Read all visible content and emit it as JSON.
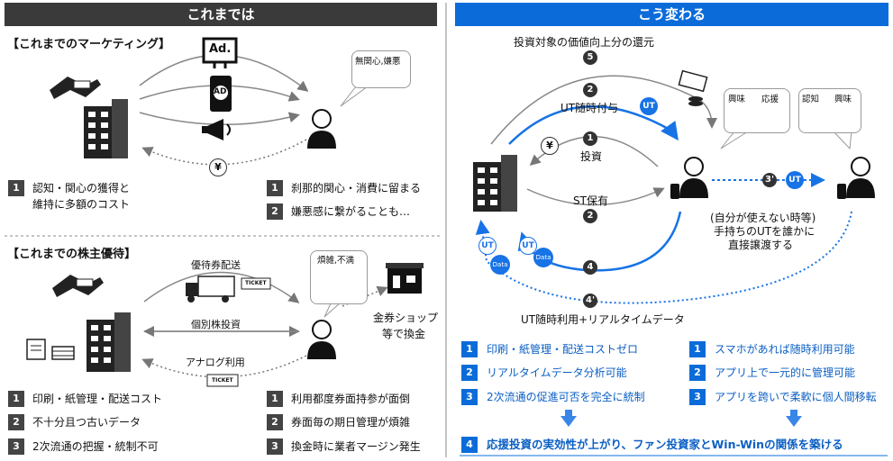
{
  "left": {
    "header": "これまでは",
    "marketing": {
      "title": "【これまでのマーケティング】",
      "bubble": "無関心,嫌悪",
      "ad_sign": "Ad.",
      "ad_phone": "AD",
      "yen": "¥",
      "left_items": [
        {
          "num": "1",
          "text": "認知・関心の獲得と"
        },
        {
          "num": "",
          "text": "維持に多額のコスト"
        }
      ],
      "right_items": [
        {
          "num": "1",
          "text": "刹那的関心・消費に留まる"
        },
        {
          "num": "2",
          "text": "嫌悪感に繋がることも…"
        }
      ]
    },
    "yutai": {
      "title": "【これまでの株主優待】",
      "bubble": "煩雑,不満",
      "label_delivery": "優待券配送",
      "label_stock": "個別株投資",
      "label_analog": "アナログ利用",
      "ticket": "TICKET",
      "shop_label_1": "金券ショップ",
      "shop_label_2": "等で換金",
      "left_items": [
        {
          "num": "1",
          "text": "印刷・紙管理・配送コスト"
        },
        {
          "num": "2",
          "text": "不十分且つ古いデータ"
        },
        {
          "num": "3",
          "text": "2次流通の把握・統制不可"
        }
      ],
      "right_items": [
        {
          "num": "1",
          "text": "利用都度券面持参が面倒"
        },
        {
          "num": "2",
          "text": "券面毎の期日管理が煩雑"
        },
        {
          "num": "3",
          "text": "換金時に業者マージン発生"
        }
      ]
    }
  },
  "right": {
    "header": "こう変わる",
    "label_5": "投資対象の価値向上分の還元",
    "label_2": "UT随時付与",
    "label_1": "投資",
    "label_st": "ST保有",
    "label_4dash": "UT随時利用+リアルタイムデータ",
    "transfer_1": "(自分が使えない時等)",
    "transfer_2": "手持ちのUTを誰かに",
    "transfer_3": "直接譲渡する",
    "bubble_a_1": "興味",
    "bubble_a_2": "応援",
    "bubble_b_1": "認知",
    "bubble_b_2": "興味",
    "circles": {
      "c5": "5",
      "c2": "2",
      "c1": "1",
      "c2b": "2",
      "c4": "4",
      "c4d": "4'",
      "c3d": "3'"
    },
    "ut": "UT",
    "data": "Data",
    "yen": "¥",
    "left_items": [
      {
        "num": "1",
        "text": "印刷・紙管理・配送コストゼロ"
      },
      {
        "num": "2",
        "text": "リアルタイムデータ分析可能"
      },
      {
        "num": "3",
        "text": "2次流通の促進可否を完全に統制"
      }
    ],
    "right_items": [
      {
        "num": "1",
        "text": "スマホがあれば随時利用可能"
      },
      {
        "num": "2",
        "text": "アプリ上で一元的に管理可能"
      },
      {
        "num": "3",
        "text": "アプリを跨いで柔軟に個人間移転"
      }
    ],
    "conclusion": {
      "num": "4",
      "text": "応援投資の実効性が上がり、ファン投資家とWin-Winの関係を築ける"
    }
  },
  "colors": {
    "dark_header": "#3a3a3a",
    "blue_header": "#0b6cd9",
    "accent_blue": "#1773e6"
  }
}
